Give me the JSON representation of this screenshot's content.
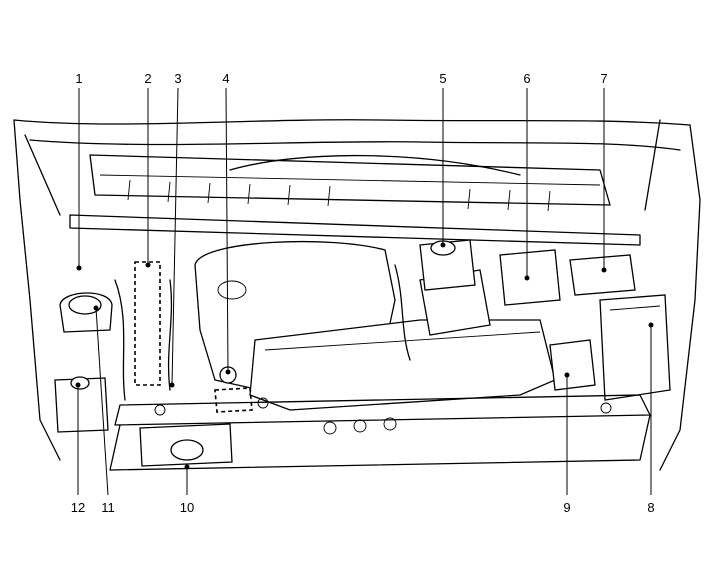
{
  "diagram": {
    "callouts": [
      {
        "number": "1"
      },
      {
        "number": "2"
      },
      {
        "number": "3"
      },
      {
        "number": "4"
      },
      {
        "number": "5"
      },
      {
        "number": "6"
      },
      {
        "number": "7"
      },
      {
        "number": "8"
      },
      {
        "number": "9"
      },
      {
        "number": "10"
      },
      {
        "number": "11"
      },
      {
        "number": "12"
      }
    ]
  }
}
